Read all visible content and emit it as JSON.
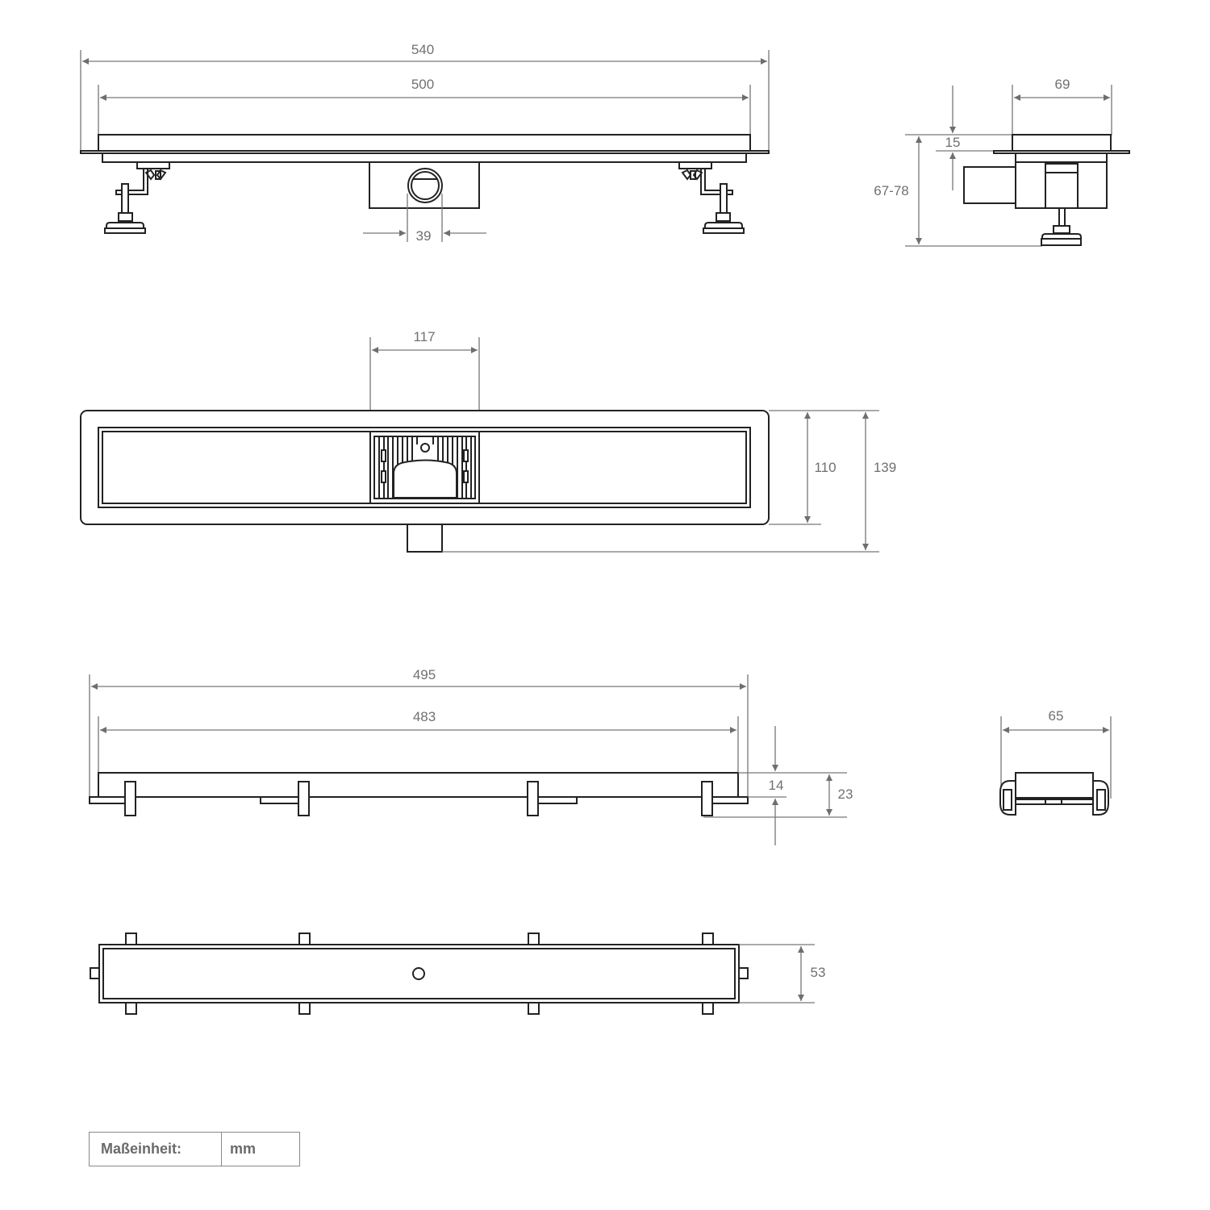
{
  "drawing": {
    "title": "Linear shower drain technical drawing",
    "views": {
      "front_view": {
        "dims": {
          "overall_length": "540",
          "grate_length": "500",
          "outlet_diameter": "39"
        }
      },
      "side_view": {
        "dims": {
          "width": "69",
          "grate_height": "15",
          "height_range": "67-78"
        }
      },
      "top_view": {
        "dims": {
          "outlet_box_width": "117",
          "body_width": "110",
          "total_width": "139"
        }
      },
      "grate_front_view": {
        "dims": {
          "length_outer": "495",
          "length_inner": "483",
          "height_frame": "14",
          "height_total": "23"
        }
      },
      "grate_side_view": {
        "dims": {
          "width": "65"
        }
      },
      "grate_bottom_view": {
        "dims": {
          "width": "53"
        }
      }
    },
    "legend": {
      "label": "Maßeinheit:",
      "unit": "mm"
    }
  },
  "colors": {
    "outline": "#222222",
    "dimension": "#777777",
    "text": "#707070"
  }
}
